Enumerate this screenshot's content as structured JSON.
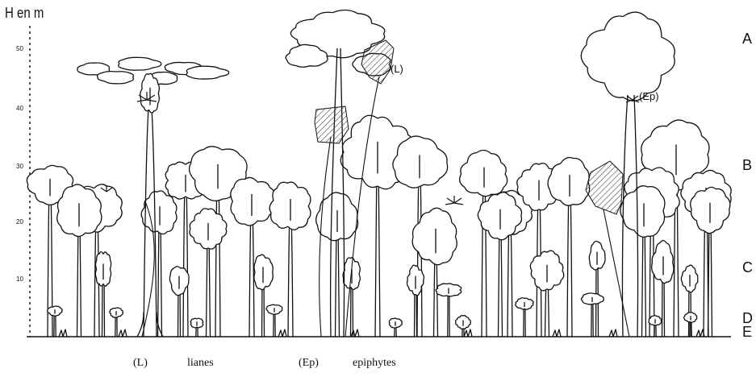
{
  "axis": {
    "title": "H en m",
    "ticks": [
      "50",
      "40",
      "30",
      "20",
      "10"
    ]
  },
  "layers": [
    "A",
    "B",
    "C",
    "D",
    "E"
  ],
  "annotations": {
    "liana": "(L)",
    "epiphyte": "(Ep)"
  },
  "legend": {
    "liana_key": "(L)",
    "liana_label": "lianes",
    "epiphyte_key": "(Ep)",
    "epiphyte_label": "epiphytes"
  },
  "colors": {
    "ink": "#111111",
    "hatch": "#444444",
    "background": "#ffffff"
  }
}
